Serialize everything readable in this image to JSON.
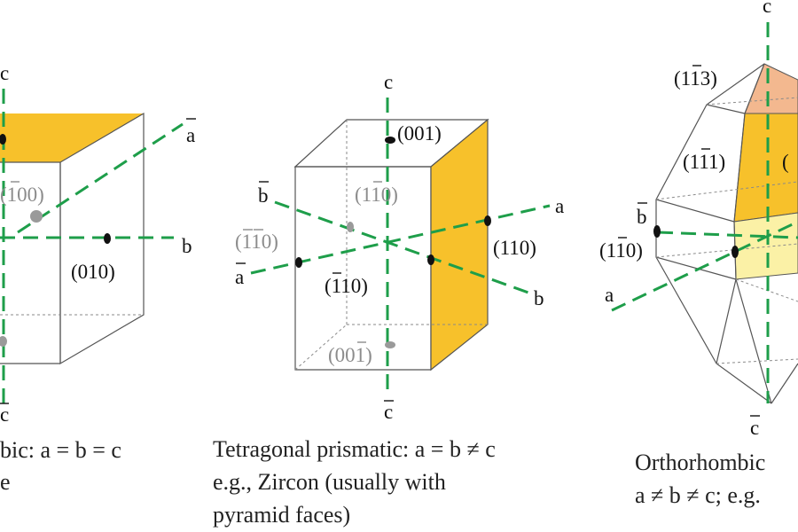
{
  "colors": {
    "face_orange": "#f7c12b",
    "face_pale_orange": "#f3b88f",
    "face_pale_yellow": "#fbf1a6",
    "axis_green": "#1e9e4a",
    "point_dark": "#111111",
    "point_grey": "#9a9a9a"
  },
  "panel1": {
    "axis_c": "c",
    "axis_c_bar": "c",
    "axis_a_bar": "a",
    "axis_b": "b",
    "face_minus100": "(100)",
    "face_010": "(010)",
    "caption_line1": "bic: a = b = c",
    "caption_line2": "e"
  },
  "panel2": {
    "axis_c": "c",
    "axis_c_bar": "c",
    "axis_a": "a",
    "axis_a_bar": "a",
    "axis_b": "b",
    "axis_b_bar": "b",
    "face_001": "(001)",
    "face_00minus1": "(001)",
    "face_1minus10": "(110)",
    "face_minus1minus10": "(110)",
    "face_110": "(110)",
    "face_minus110": "(110)",
    "caption_line1": "Tetragonal prismatic: a = b ≠ c",
    "caption_line2": "e.g., Zircon (usually with",
    "caption_line3": "pyramid faces)"
  },
  "panel3": {
    "axis_c": "c",
    "axis_c_bar": "c",
    "axis_a": "a",
    "axis_b_bar": "b",
    "face_1minus13": "(113)",
    "face_1minus11": "(111)",
    "face_1minus10": "(110)",
    "face_partial": "(",
    "caption_line1": "Orthorhombic",
    "caption_line2": "a ≠ b ≠ c; e.g."
  }
}
